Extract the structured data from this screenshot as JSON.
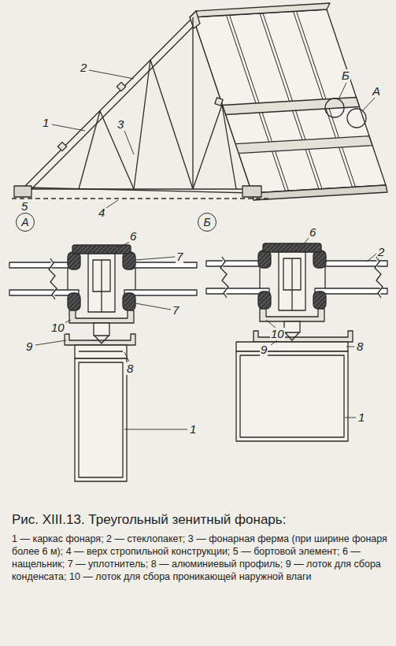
{
  "diagram": {
    "title": "Рис. XIII.13. Треугольный зенитный фонарь:",
    "caption": "1 — каркас фонаря; 2 — стеклопакет; 3 — фонарная ферма (при ширине фонаря более 6 м); 4 — верх стропильной конструкции; 5 — бортовой элемент; 6 — нащельник; 7 — уплотнитель; 8 — алюминиевый профиль; 9 — лоток для сбора конденсата; 10 — лоток для сбора проникающей наружной влаги",
    "nodes": [
      {
        "text": [
          "А"
        ]
      },
      {
        "text": [
          "Б"
        ]
      }
    ],
    "labels": [
      "Б",
      "А",
      "2",
      "1",
      "3",
      "5",
      "4",
      "6",
      "7",
      "7",
      "10",
      "9",
      "8",
      "1",
      "6",
      "2",
      "10",
      "9",
      "8",
      "1"
    ]
  }
}
